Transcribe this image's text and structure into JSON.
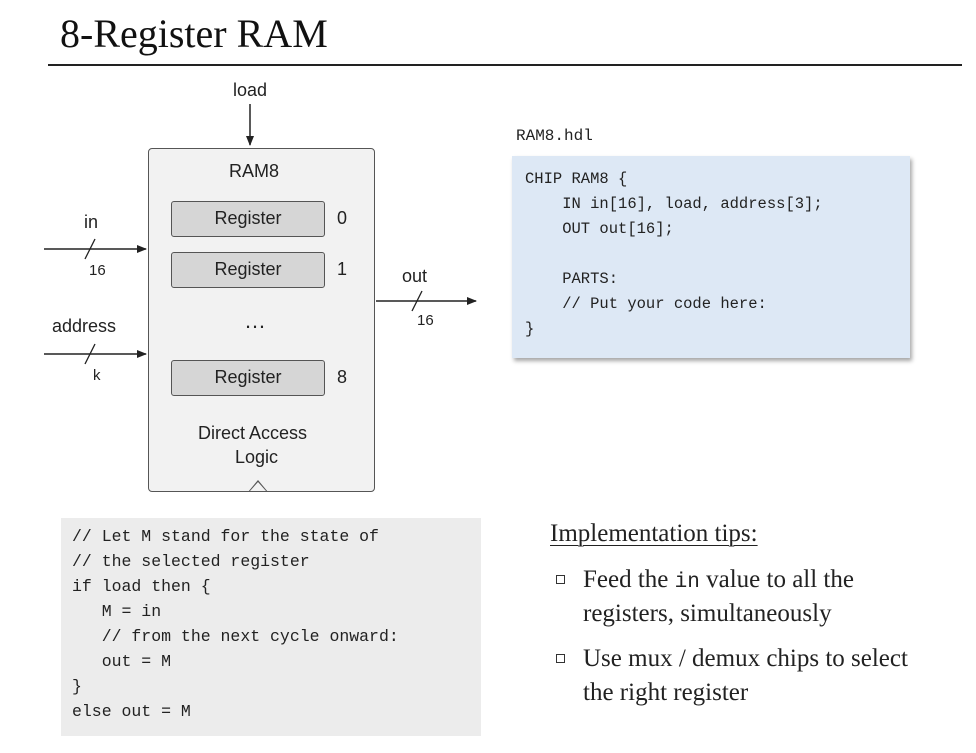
{
  "title": "8-Register RAM",
  "diagram": {
    "load_label": "load",
    "in_label": "in",
    "in_width": "16",
    "address_label": "address",
    "address_width": "k",
    "out_label": "out",
    "out_width": "16",
    "chip_name": "RAM8",
    "registers": [
      {
        "label": "Register",
        "index": "0"
      },
      {
        "label": "Register",
        "index": "1"
      },
      {
        "label": "Register",
        "index": "8"
      }
    ],
    "ellipsis": "…",
    "logic_line1": "Direct Access",
    "logic_line2": "Logic"
  },
  "hdl": {
    "filename": "RAM8.hdl",
    "lines": [
      "CHIP RAM8 {",
      "    IN in[16], load, address[3];",
      "    OUT out[16];",
      "",
      "    PARTS:",
      "    // Put your code here:",
      "}"
    ]
  },
  "pseudocode": {
    "lines": [
      "// Let M stand for the state of",
      "// the selected register",
      "if load then {",
      "   M = in",
      "   // from the next cycle onward:",
      "   out = M",
      "}",
      "else out = M"
    ]
  },
  "tips": {
    "title": "Implementation tips:",
    "tip1_a": "Feed the ",
    "tip1_code": "in",
    "tip1_b": " value to all the",
    "tip1_c": "registers, simultaneously",
    "tip2_a": "Use mux / demux chips to select",
    "tip2_b": "the right register"
  }
}
